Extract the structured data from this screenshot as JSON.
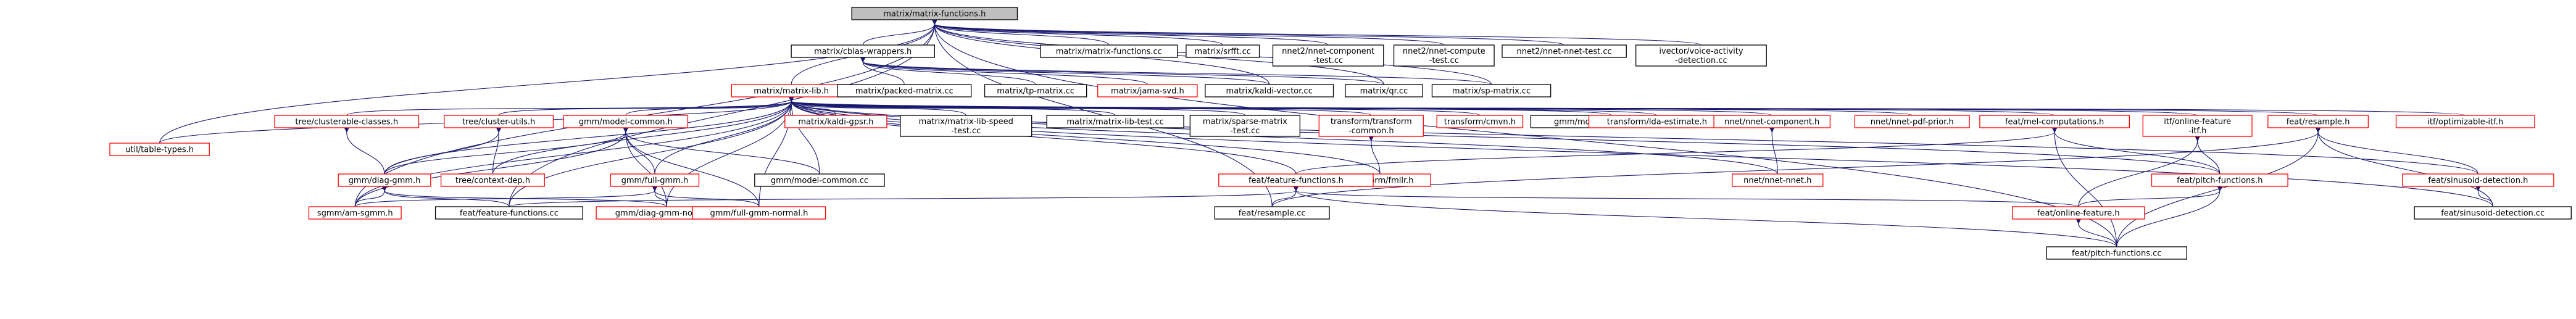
{
  "colors": {
    "edge": "#191970",
    "text": "#000000",
    "border_included": "#000000",
    "border_header": "#ff0000",
    "fill_root": "#bfbfbf",
    "fill_normal": "#ffffff"
  },
  "nodes": [
    {
      "id": "root",
      "kind": "root",
      "lines": [
        "matrix/matrix-functions.h"
      ]
    },
    {
      "id": "blas",
      "kind": "file",
      "lines": [
        "matrix/cblas-wrappers.h"
      ]
    },
    {
      "id": "mfcc",
      "kind": "file",
      "lines": [
        "matrix/matrix-functions.cc"
      ]
    },
    {
      "id": "srfft",
      "kind": "file",
      "lines": [
        "matrix/srfft.cc"
      ]
    },
    {
      "id": "ncomp",
      "kind": "file",
      "lines": [
        "nnet2/nnet-component",
        "-test.cc"
      ]
    },
    {
      "id": "ncompute",
      "kind": "file",
      "lines": [
        "nnet2/nnet-compute",
        "-test.cc"
      ]
    },
    {
      "id": "nnettest",
      "kind": "file",
      "lines": [
        "nnet2/nnet-nnet-test.cc"
      ]
    },
    {
      "id": "ivector",
      "kind": "file",
      "lines": [
        "ivector/voice-activity",
        "-detection.cc"
      ]
    },
    {
      "id": "mlib",
      "kind": "header",
      "lines": [
        "matrix/matrix-lib.h"
      ]
    },
    {
      "id": "packed",
      "kind": "file",
      "lines": [
        "matrix/packed-matrix.cc"
      ]
    },
    {
      "id": "tp",
      "kind": "file",
      "lines": [
        "matrix/tp-matrix.cc"
      ]
    },
    {
      "id": "jama",
      "kind": "header",
      "lines": [
        "matrix/jama-svd.h"
      ]
    },
    {
      "id": "kvec",
      "kind": "file",
      "lines": [
        "matrix/kaldi-vector.cc"
      ]
    },
    {
      "id": "qr",
      "kind": "file",
      "lines": [
        "matrix/qr.cc"
      ]
    },
    {
      "id": "sp",
      "kind": "file",
      "lines": [
        "matrix/sp-matrix.cc"
      ]
    },
    {
      "id": "tabletypes",
      "kind": "header",
      "lines": [
        "util/table-types.h"
      ]
    },
    {
      "id": "clusterable",
      "kind": "header",
      "lines": [
        "tree/clusterable-classes.h"
      ]
    },
    {
      "id": "clusterutils",
      "kind": "header",
      "lines": [
        "tree/cluster-utils.h"
      ]
    },
    {
      "id": "modelcommon",
      "kind": "header",
      "lines": [
        "gmm/model-common.h"
      ]
    },
    {
      "id": "kaldigpsr",
      "kind": "header",
      "lines": [
        "matrix/kaldi-gpsr.h"
      ]
    },
    {
      "id": "mlibspeed",
      "kind": "file",
      "lines": [
        "matrix/matrix-lib-speed",
        "-test.cc"
      ]
    },
    {
      "id": "mlibtest",
      "kind": "file",
      "lines": [
        "matrix/matrix-lib-test.cc"
      ]
    },
    {
      "id": "sparsetest",
      "kind": "file",
      "lines": [
        "matrix/sparse-matrix",
        "-test.cc"
      ]
    },
    {
      "id": "tfcommon",
      "kind": "header",
      "lines": [
        "transform/transform",
        "-common.h"
      ]
    },
    {
      "id": "cmvn",
      "kind": "header",
      "lines": [
        "transform/cmvn.h"
      ]
    },
    {
      "id": "gmmtest",
      "kind": "file",
      "lines": [
        "gmm/model-test-common.cc"
      ]
    },
    {
      "id": "lda",
      "kind": "header",
      "lines": [
        "transform/lda-estimate.h"
      ]
    },
    {
      "id": "nnetcomp",
      "kind": "header",
      "lines": [
        "nnet/nnet-component.h"
      ]
    },
    {
      "id": "pdfprior",
      "kind": "header",
      "lines": [
        "nnet/nnet-pdf-prior.h"
      ]
    },
    {
      "id": "melcomp",
      "kind": "header",
      "lines": [
        "feat/mel-computations.h"
      ]
    },
    {
      "id": "onlineith",
      "kind": "header",
      "lines": [
        "itf/online-feature",
        "-itf.h"
      ]
    },
    {
      "id": "resampleh",
      "kind": "header",
      "lines": [
        "feat/resample.h"
      ]
    },
    {
      "id": "optimizable",
      "kind": "header",
      "lines": [
        "itf/optimizable-itf.h"
      ]
    },
    {
      "id": "diaggmm",
      "kind": "header",
      "lines": [
        "gmm/diag-gmm.h"
      ]
    },
    {
      "id": "contextdep",
      "kind": "header",
      "lines": [
        "tree/context-dep.h"
      ]
    },
    {
      "id": "fullgmm",
      "kind": "header",
      "lines": [
        "gmm/full-gmm.h"
      ]
    },
    {
      "id": "modelcommoncc",
      "kind": "file",
      "lines": [
        "gmm/model-common.cc"
      ]
    },
    {
      "id": "fmllr",
      "kind": "header",
      "lines": [
        "transform/fmllr.h"
      ]
    },
    {
      "id": "featfunch",
      "kind": "header",
      "lines": [
        "feat/feature-functions.h"
      ]
    },
    {
      "id": "nnetnnet",
      "kind": "header",
      "lines": [
        "nnet/nnet-nnet.h"
      ]
    },
    {
      "id": "pitchh",
      "kind": "header",
      "lines": [
        "feat/pitch-functions.h"
      ]
    },
    {
      "id": "sinush",
      "kind": "header",
      "lines": [
        "feat/sinusoid-detection.h"
      ]
    },
    {
      "id": "amsgmm",
      "kind": "header",
      "lines": [
        "sgmm/am-sgmm.h"
      ]
    },
    {
      "id": "featfunccc",
      "kind": "file",
      "lines": [
        "feat/feature-functions.cc"
      ]
    },
    {
      "id": "diagnormal",
      "kind": "header",
      "lines": [
        "gmm/diag-gmm-normal.h"
      ]
    },
    {
      "id": "fullnormal",
      "kind": "header",
      "lines": [
        "gmm/full-gmm-normal.h"
      ]
    },
    {
      "id": "resamplecc",
      "kind": "file",
      "lines": [
        "feat/resample.cc"
      ]
    },
    {
      "id": "onlinefeat",
      "kind": "header",
      "lines": [
        "feat/online-feature.h"
      ]
    },
    {
      "id": "sinuscc",
      "kind": "file",
      "lines": [
        "feat/sinusoid-detection.cc"
      ]
    },
    {
      "id": "pitchcc",
      "kind": "file",
      "lines": [
        "feat/pitch-functions.cc"
      ]
    }
  ]
}
